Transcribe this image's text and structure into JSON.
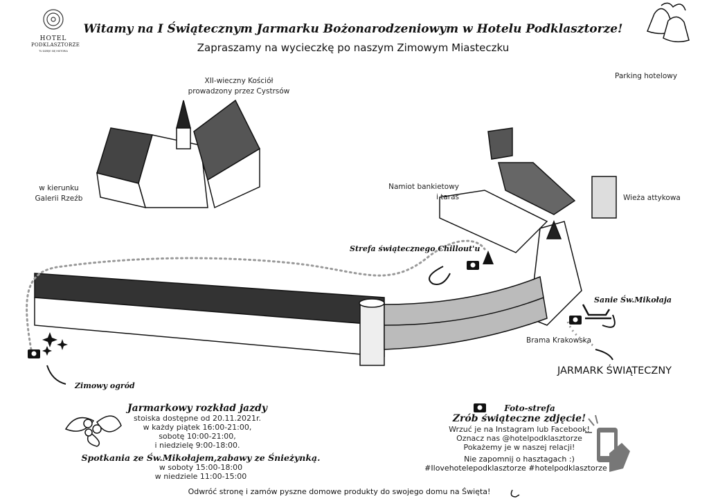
{
  "logo": {
    "name": "HOTEL",
    "name2": "PODKLASZTORZE",
    "tagline": "TU DZIEJE SIĘ HISTORIA"
  },
  "header": {
    "title": "Witamy na I Świątecznym Jarmarku Bożonarodzeniowym w Hotelu Podklasztorze!",
    "subtitle": "Zapraszamy na wycieczkę po naszym Zimowym Miasteczku"
  },
  "map_labels": {
    "parking": "Parking hotelowy",
    "church_line1": "XII-wieczny Kościół",
    "church_line2": "prowadzony przez Cystrsów",
    "gallery_line1": "w kierunku",
    "gallery_line2": "Galerii Rzeźb",
    "tent_line1": "Namiot bankietowy",
    "tent_line2": "i taras",
    "tower": "Wieża attykowa",
    "chillout": "Strefa świątecznego Chillout'u",
    "sleigh": "Sanie Św.Mikołaja",
    "gate": "Brama Krakowska",
    "market": "JARMARK ŚWIĄTECZNY",
    "garden": "Zimowy ogród"
  },
  "schedule": {
    "title": "Jarmarkowy rozkład jazdy",
    "lines": [
      "stoiska dostępne od 20.11.2021r.",
      "w każdy piątek 16:00-21:00,",
      "sobotę 10:00-21:00,",
      "i niedzielę 9:00-18:00."
    ],
    "santa_title": "Spotkania ze Św.Mikołajem,zabawy ze Śnieżynką.",
    "santa_lines": [
      "w soboty 15:00-18:00",
      "w niedziele 11:00-15:00"
    ]
  },
  "photo": {
    "title": "Foto-strefa",
    "subtitle": "Zrób świąteczne zdjęcie!",
    "lines": [
      "Wrzuć je na Instagram lub Facebook!",
      "Oznacz nas @hotelpodklasztorze",
      "Pokażemy je w naszej relacji!"
    ],
    "hashtag_intro": "Nie zapomnij o hasztagach :)",
    "hashtags": "#Ilovehotelepodklasztorze #hotelpodklasztorze"
  },
  "footer": "Odwróć stronę i zamów pyszne domowe produkty do swojego domu na Święta!"
}
